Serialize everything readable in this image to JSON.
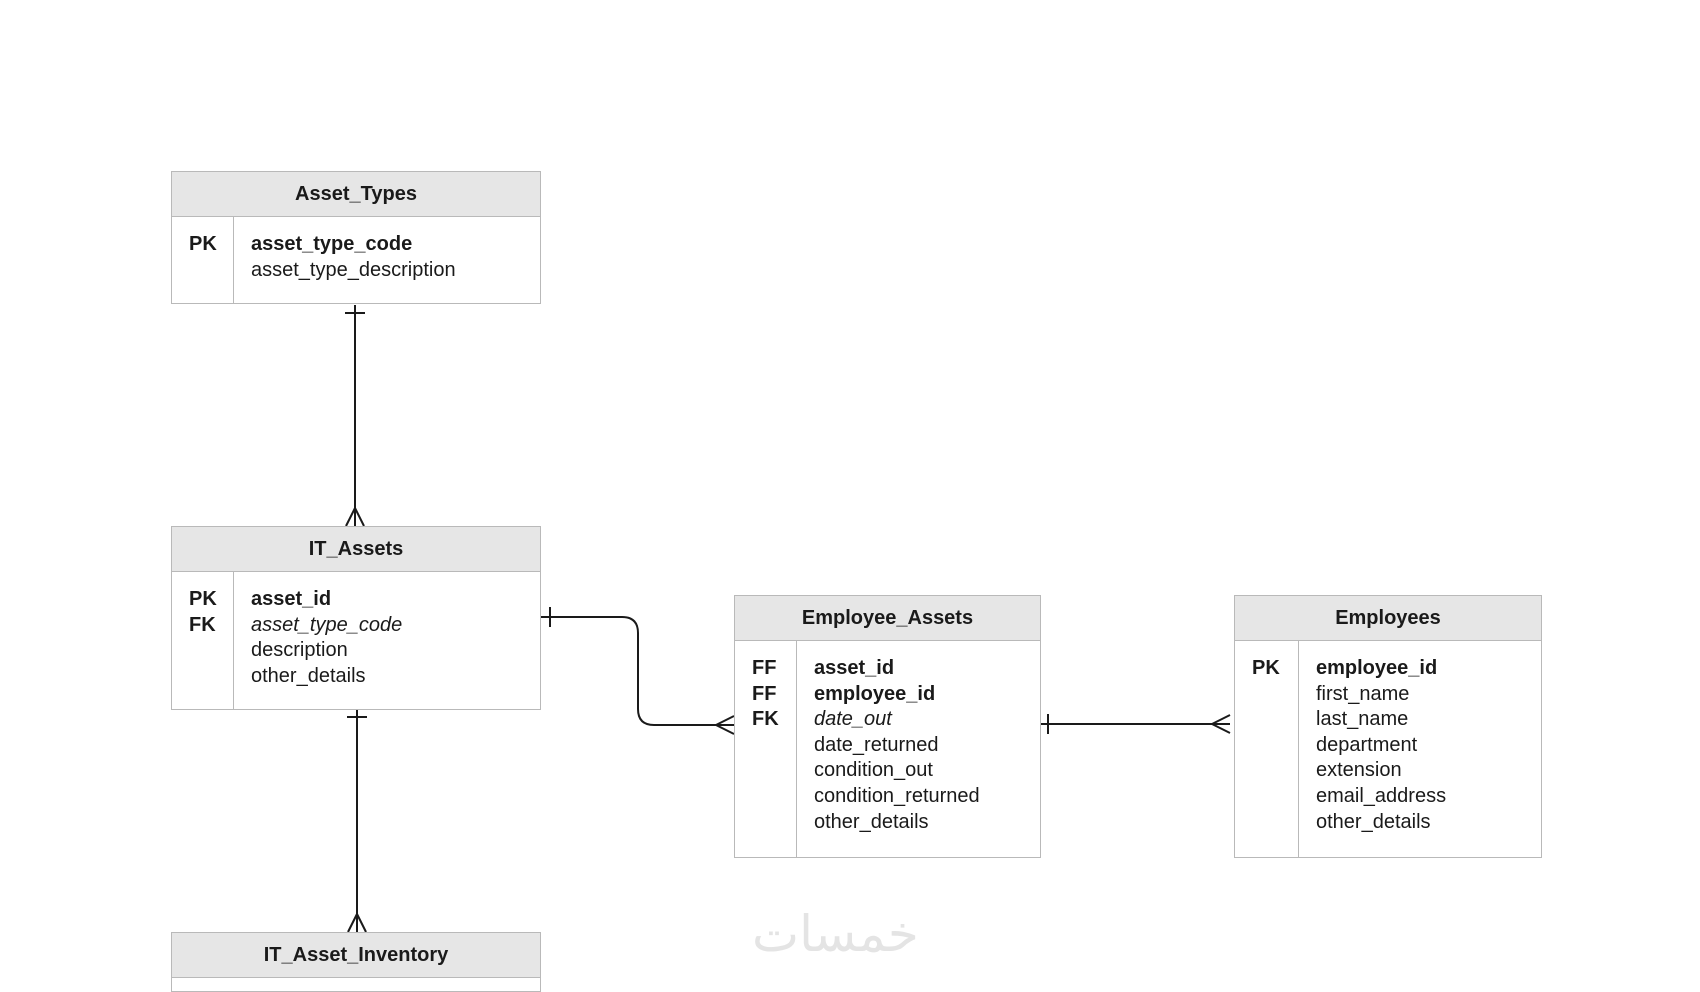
{
  "entities": {
    "asset_types": {
      "title": "Asset_Types",
      "keys": [
        "PK",
        ""
      ],
      "fields": [
        {
          "name": "asset_type_code",
          "style": "bold"
        },
        {
          "name": "asset_type_description",
          "style": "normal"
        }
      ]
    },
    "it_assets": {
      "title": "IT_Assets",
      "keys": [
        "PK",
        "FK",
        "",
        ""
      ],
      "fields": [
        {
          "name": "asset_id",
          "style": "bold"
        },
        {
          "name": "asset_type_code",
          "style": "italic"
        },
        {
          "name": "description",
          "style": "normal"
        },
        {
          "name": "other_details",
          "style": "normal"
        }
      ]
    },
    "employee_assets": {
      "title": "Employee_Assets",
      "keys": [
        "FF",
        "FF",
        "FK",
        "",
        "",
        "",
        ""
      ],
      "fields": [
        {
          "name": "asset_id",
          "style": "bold"
        },
        {
          "name": "employee_id",
          "style": "bold"
        },
        {
          "name": "date_out",
          "style": "italic"
        },
        {
          "name": "date_returned",
          "style": "normal"
        },
        {
          "name": "condition_out",
          "style": "normal"
        },
        {
          "name": "condition_returned",
          "style": "normal"
        },
        {
          "name": "other_details",
          "style": "normal"
        }
      ]
    },
    "employees": {
      "title": "Employees",
      "keys": [
        "PK",
        "",
        "",
        "",
        "",
        "",
        ""
      ],
      "fields": [
        {
          "name": "employee_id",
          "style": "bold"
        },
        {
          "name": "first_name",
          "style": "normal"
        },
        {
          "name": "last_name",
          "style": "normal"
        },
        {
          "name": "department",
          "style": "normal"
        },
        {
          "name": "extension",
          "style": "normal"
        },
        {
          "name": "email_address",
          "style": "normal"
        },
        {
          "name": "other_details",
          "style": "normal"
        }
      ]
    },
    "it_asset_inventory": {
      "title": "IT_Asset_Inventory",
      "keys": [],
      "fields": []
    }
  },
  "watermark": "خمسات",
  "colors": {
    "header_bg": "#e6e6e6",
    "border": "#b9b9b9",
    "line": "#1a1a1a",
    "watermark": "#e4e4e4"
  }
}
